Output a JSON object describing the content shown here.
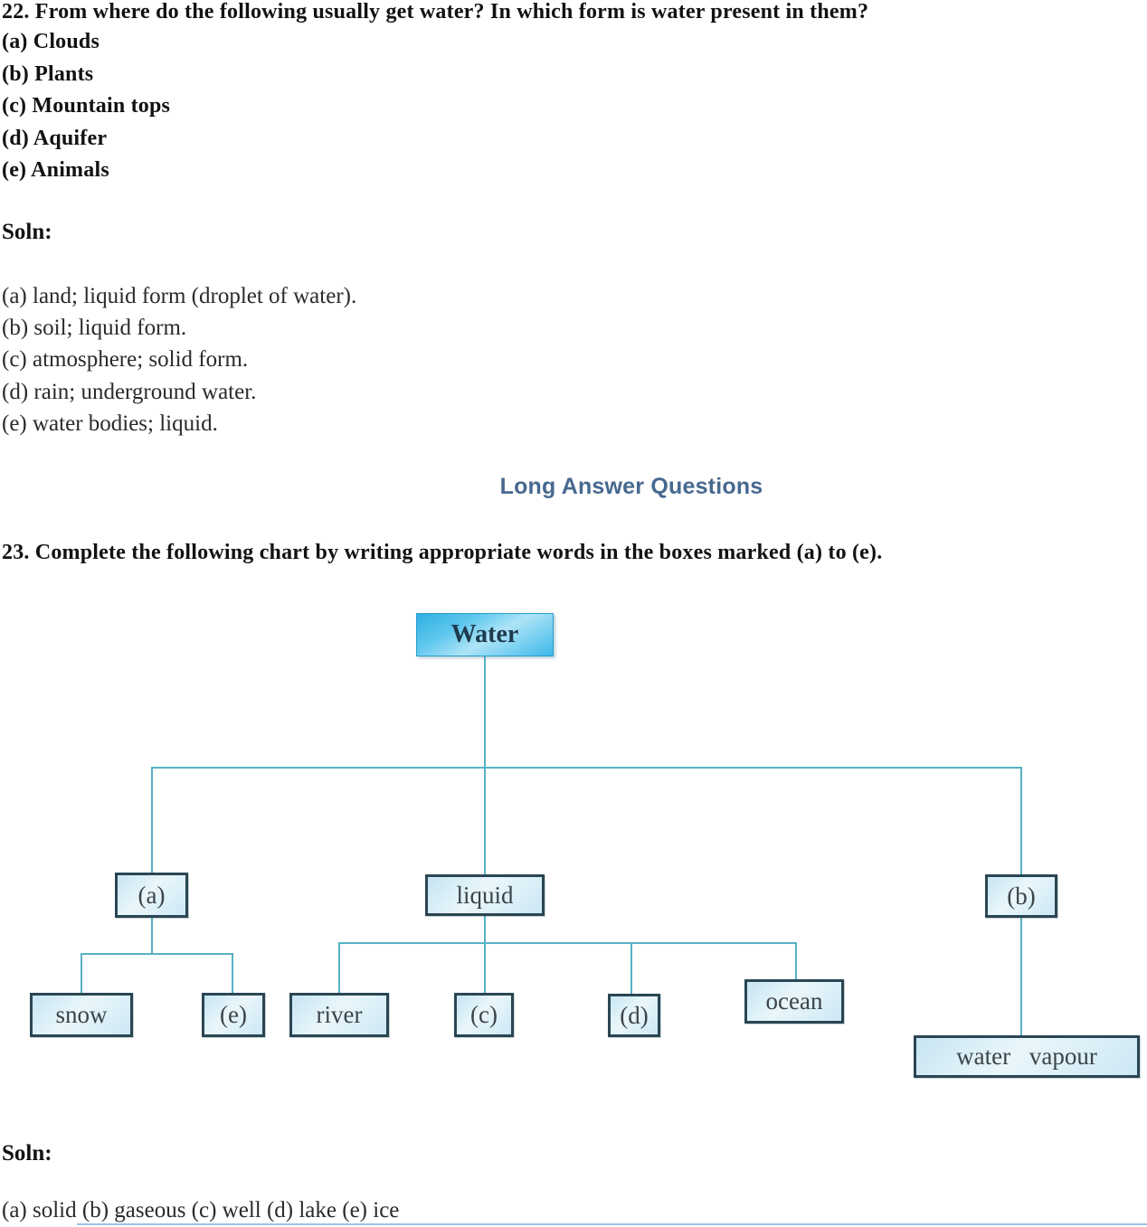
{
  "question22": {
    "title": "22. From where do the following usually get water? In which form is water present in them?",
    "items": [
      "(a) Clouds",
      "(b) Plants",
      "(c) Mountain tops",
      "(d) Aquifer",
      "(e) Animals"
    ],
    "soln_label": "Soln:",
    "answers": [
      "(a) land; liquid form (droplet of water).",
      "(b) soil; liquid form.",
      "(c) atmosphere; solid form.",
      "(d) rain; underground water.",
      "(e) water bodies; liquid."
    ]
  },
  "section_heading": "Long Answer Questions",
  "question23": {
    "title": "23. Complete the following chart by writing appropriate words in the boxes marked (a) to (e).",
    "soln_label": "Soln:",
    "answer": "(a) solid (b) gaseous (c) well (d) lake (e) ice"
  },
  "chart": {
    "type": "flowchart",
    "root": "Water",
    "hierarchy": {
      "Water": {
        "(a)": [
          "snow",
          "(e)"
        ],
        "liquid": [
          "river",
          "(c)",
          "(d)",
          "ocean"
        ],
        "(b)": [
          "water vapour"
        ]
      }
    },
    "nodes": {
      "water": "Water",
      "a": "(a)",
      "liquid": "liquid",
      "b": "(b)",
      "snow": "snow",
      "e": "(e)",
      "river": "river",
      "c": "(c)",
      "d": "(d)",
      "ocean": "ocean",
      "water_vapour": "water  vapour"
    },
    "colors": {
      "root_fill": "#3db8e8",
      "node_fill": "#d3eaf5",
      "node_border": "#2a4653",
      "connector_line": "#57b2c6",
      "section_heading_text": "#47698f"
    }
  }
}
